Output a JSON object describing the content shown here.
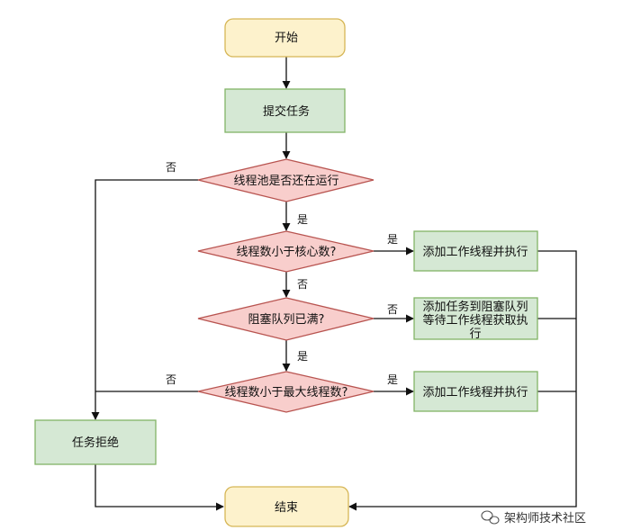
{
  "colors": {
    "terminal_fill": "#fdf2cc",
    "terminal_stroke": "#d6b656",
    "process_fill": "#d5e8d4",
    "process_stroke": "#82b366",
    "decision_fill": "#f8cecc",
    "decision_stroke": "#b85450",
    "line": "#111111"
  },
  "nodes": {
    "start": "开始",
    "submit_task": "提交任务",
    "pool_running": "线程池是否还在运行",
    "less_than_core": "线程数小于核心数?",
    "queue_full": "阻塞队列已满?",
    "less_than_max": "线程数小于最大线程数?",
    "add_worker_1": "添加工作线程并执行",
    "enqueue_line1": "添加任务到阻塞队列",
    "enqueue_line2": "等待工作线程获取执",
    "enqueue_line3": "行",
    "add_worker_2": "添加工作线程并执行",
    "reject_task": "任务拒绝",
    "end": "结束"
  },
  "edges": {
    "running_no": "否",
    "running_yes": "是",
    "core_yes": "是",
    "core_no": "否",
    "full_no": "否",
    "full_yes": "是",
    "max_no": "否",
    "max_yes": "是"
  },
  "watermark": "架构师技术社区"
}
